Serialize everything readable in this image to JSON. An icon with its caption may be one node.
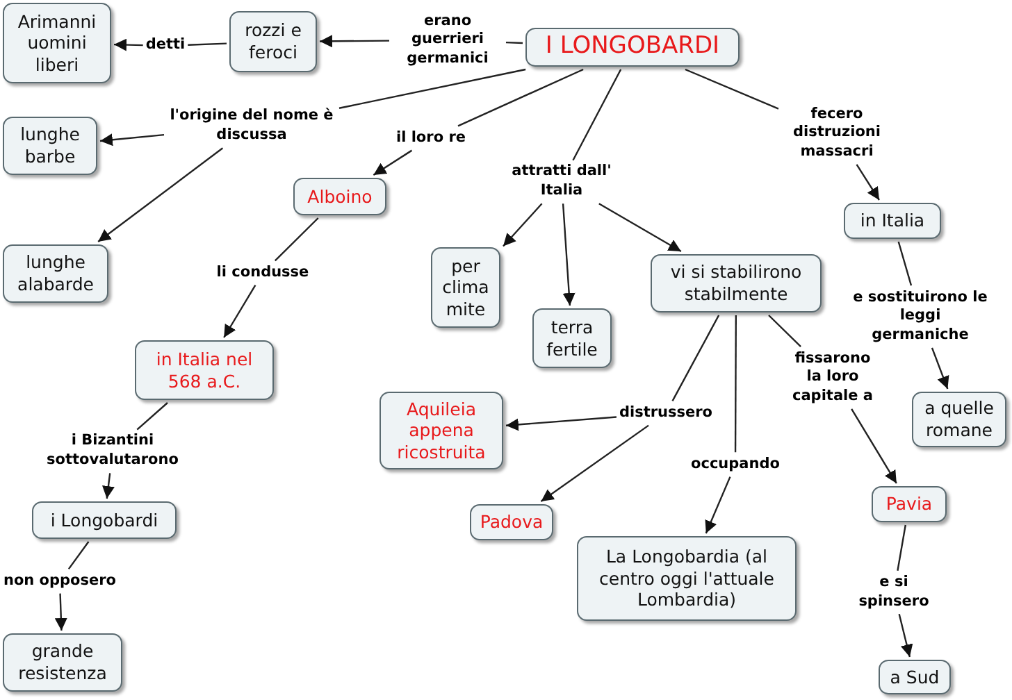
{
  "diagram": {
    "nodes": [
      {
        "text": [
          "I LONGOBARDI"
        ]
      },
      {
        "text": [
          "rozzi e feroci"
        ]
      },
      {
        "text": [
          "Arimanni uomini liberi"
        ]
      },
      {
        "text": [
          "lunghe barbe"
        ]
      },
      {
        "text": [
          "lunghe alabarde"
        ]
      },
      {
        "text": [
          "Alboino"
        ]
      },
      {
        "text": [
          "per clima mite"
        ]
      },
      {
        "text": [
          "terra fertile"
        ]
      },
      {
        "text": [
          "vi si stabilirono stabilmente"
        ]
      },
      {
        "text": [
          "in Italia"
        ]
      },
      {
        "text": [
          "in Italia nel 568 a.C."
        ]
      },
      {
        "text": [
          "Aquileia appena ricostruita"
        ]
      },
      {
        "text": [
          "a quelle romane"
        ]
      },
      {
        "text": [
          "i Longobardi"
        ]
      },
      {
        "text": [
          "Padova"
        ]
      },
      {
        "text": [
          "La Longobardia (al centro oggi l'attuale Lombardia)"
        ]
      },
      {
        "text": [
          "Pavia"
        ]
      },
      {
        "text": [
          "grande resistenza"
        ]
      },
      {
        "text": [
          "a Sud"
        ]
      },
      {
        "text": [
          "erano guerrieri germanici"
        ]
      },
      {
        "text": [
          "detti"
        ]
      },
      {
        "text": [
          "l'origine del nome è discussa"
        ]
      },
      {
        "text": [
          "il loro re"
        ]
      },
      {
        "text": [
          "attratti dall' Italia"
        ]
      },
      {
        "text": [
          "fecero distruzioni massacri"
        ]
      },
      {
        "text": [
          "li condusse"
        ]
      },
      {
        "text": [
          "e sostituirono le leggi germaniche"
        ]
      },
      {
        "text": [
          "distrussero"
        ]
      },
      {
        "text": [
          "occupando"
        ]
      },
      {
        "text": [
          "fissarono la loro capitale a"
        ]
      },
      {
        "text": [
          "i Bizantini sottovalutarono"
        ]
      },
      {
        "text": [
          "non opposero"
        ]
      },
      {
        "text": [
          "e si spinsero"
        ]
      }
    ],
    "edges": [
      {
        "from": 0,
        "to": 19,
        "arrow": "none"
      },
      {
        "from": 19,
        "to": 1,
        "arrow": "to"
      },
      {
        "from": 1,
        "to": 20,
        "arrow": "none"
      },
      {
        "from": 20,
        "to": 2,
        "arrow": "to"
      },
      {
        "from": 0,
        "to": 21,
        "arrow": "none"
      },
      {
        "from": 21,
        "to": 3,
        "arrow": "to"
      },
      {
        "from": 21,
        "to": 4,
        "arrow": "to"
      },
      {
        "from": 0,
        "to": 22,
        "arrow": "none"
      },
      {
        "from": 22,
        "to": 5,
        "arrow": "to"
      },
      {
        "from": 0,
        "to": 23,
        "arrow": "none"
      },
      {
        "from": 23,
        "to": 6,
        "arrow": "to"
      },
      {
        "from": 23,
        "to": 7,
        "arrow": "to"
      },
      {
        "from": 23,
        "to": 8,
        "arrow": "to"
      },
      {
        "from": 0,
        "to": 24,
        "arrow": "none"
      },
      {
        "from": 24,
        "to": 9,
        "arrow": "to"
      },
      {
        "from": 5,
        "to": 25,
        "arrow": "none"
      },
      {
        "from": 25,
        "to": 10,
        "arrow": "to"
      },
      {
        "from": 9,
        "to": 26,
        "arrow": "none"
      },
      {
        "from": 26,
        "to": 12,
        "arrow": "to"
      },
      {
        "from": 8,
        "to": 27,
        "arrow": "none"
      },
      {
        "from": 27,
        "to": 11,
        "arrow": "to"
      },
      {
        "from": 27,
        "to": 14,
        "arrow": "to"
      },
      {
        "from": 8,
        "to": 28,
        "arrow": "none"
      },
      {
        "from": 28,
        "to": 15,
        "arrow": "to"
      },
      {
        "from": 8,
        "to": 29,
        "arrow": "none"
      },
      {
        "from": 29,
        "to": 16,
        "arrow": "to"
      },
      {
        "from": 10,
        "to": 30,
        "arrow": "none"
      },
      {
        "from": 30,
        "to": 13,
        "arrow": "to"
      },
      {
        "from": 13,
        "to": 31,
        "arrow": "none"
      },
      {
        "from": 31,
        "to": 17,
        "arrow": "to"
      },
      {
        "from": 16,
        "to": 32,
        "arrow": "none"
      },
      {
        "from": 32,
        "to": 18,
        "arrow": "to"
      }
    ]
  }
}
